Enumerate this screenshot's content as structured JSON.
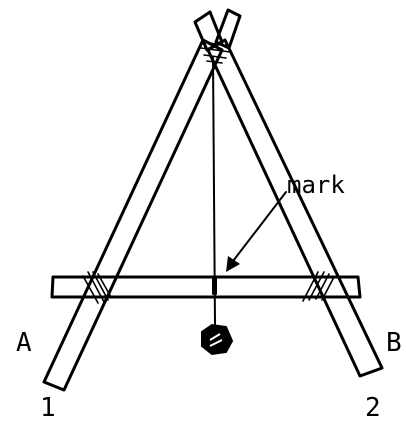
{
  "labels": {
    "mark": "mark",
    "left_end": "A",
    "right_end": "B",
    "left_foot": "1",
    "right_foot": "2"
  },
  "icons": {
    "weight": "plumb-bob-icon",
    "pointer": "arrow-icon"
  }
}
